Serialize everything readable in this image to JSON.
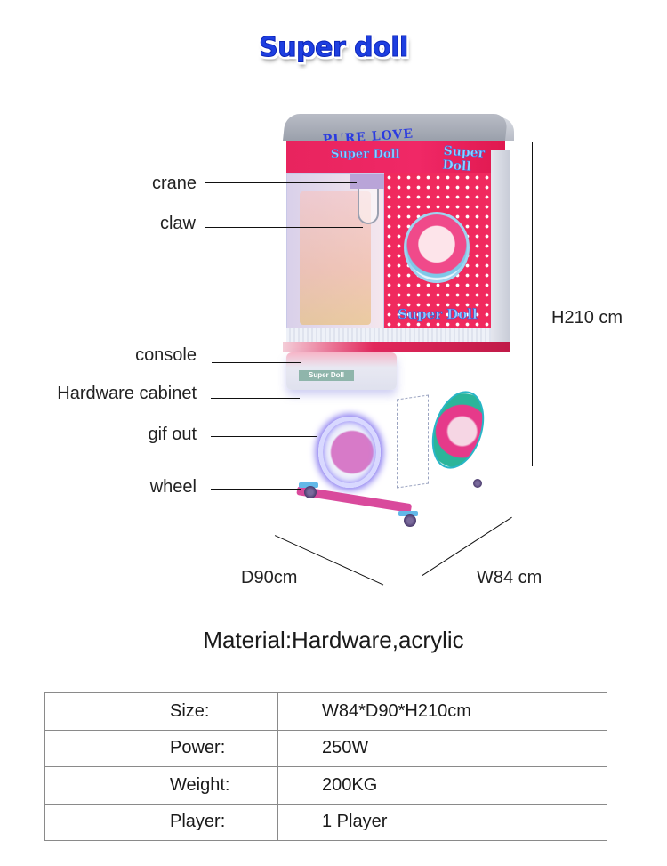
{
  "title": "Super doll",
  "machine": {
    "marquee_text": "PURE LOVE",
    "header_text_front": "Super Doll",
    "header_text_side": "Super Doll",
    "panel_text": "Super Doll",
    "console_screen_text": "Super Doll",
    "base_text": "Super Doll",
    "colors": {
      "title_blue": "#1e3fe0",
      "panel_pink": "#f02a5e",
      "cabinet": "#dfe3f3",
      "light_purple": "#8a7cf0"
    }
  },
  "callouts": [
    {
      "label": "crane"
    },
    {
      "label": "claw"
    },
    {
      "label": "console"
    },
    {
      "label": "Hardware cabinet"
    },
    {
      "label": "gif out"
    },
    {
      "label": "wheel"
    }
  ],
  "dimensions": {
    "height": "H210 cm",
    "depth": "D90cm",
    "width": "W84 cm"
  },
  "material": "Material:Hardware,acrylic",
  "specs": {
    "rows": [
      {
        "key": "Size:",
        "value": "W84*D90*H210cm"
      },
      {
        "key": "Power:",
        "value": "250W"
      },
      {
        "key": "Weight:",
        "value": "200KG"
      },
      {
        "key": "Player:",
        "value": "1 Player"
      }
    ]
  }
}
